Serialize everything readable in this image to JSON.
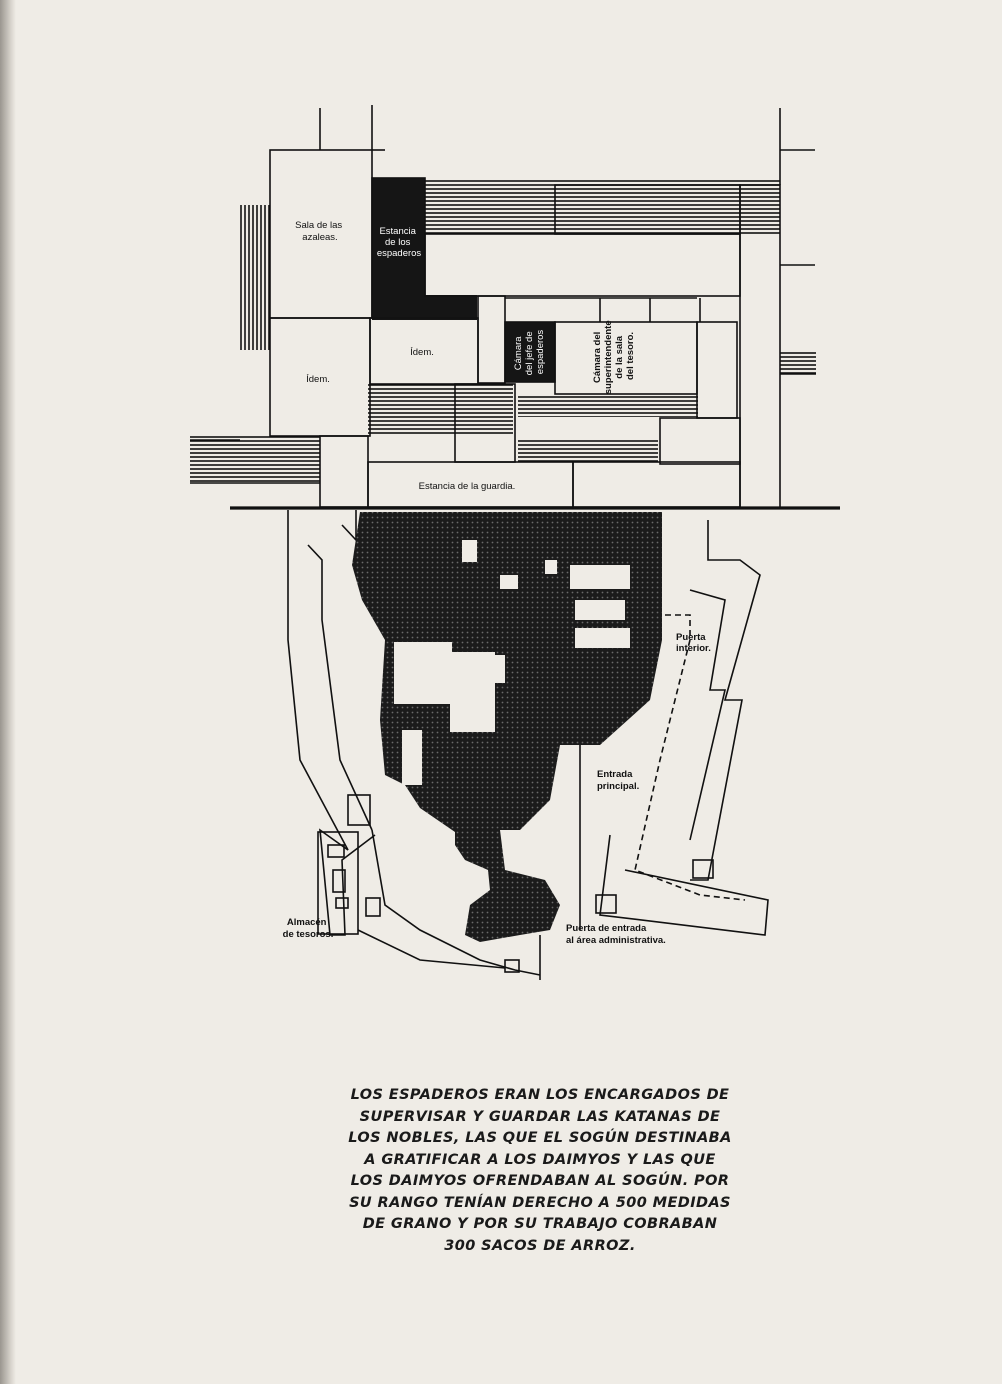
{
  "plan": {
    "labels": {
      "sala_azaleas": [
        "Sala de las",
        "azaleas."
      ],
      "estancia_espaderos": [
        "Estancia",
        "de los",
        "espaderos"
      ],
      "idem_1": "Ídem.",
      "idem_2": "Ídem.",
      "camara_jefe": [
        "Cámara",
        "del jefe de",
        "espaderos"
      ],
      "camara_superintendente": [
        "Cámara del",
        "superintendente",
        "de la sala",
        "del tesoro."
      ],
      "estancia_guardia": "Estancia de la guardia.",
      "puerta_interior": [
        "Puerta",
        "interior."
      ],
      "entrada_principal": [
        "Entrada",
        "principal."
      ],
      "almacen": [
        "Almacén",
        "de tesoros."
      ],
      "puerta_entrada": [
        "Puerta de entrada",
        "al área administrativa."
      ]
    }
  },
  "caption": {
    "lines": [
      "Los espaderos eran los encargados de",
      "supervisar y guardar las katanas de",
      "los nobles, las que el sogún destinaba",
      "a gratificar a los daimyos y las que",
      "los daimyos ofrendaban al sogún. Por",
      "su rango tenían derecho a 500 medidas",
      "de grano y por su trabajo cobraban",
      "300 sacos de arroz."
    ]
  }
}
